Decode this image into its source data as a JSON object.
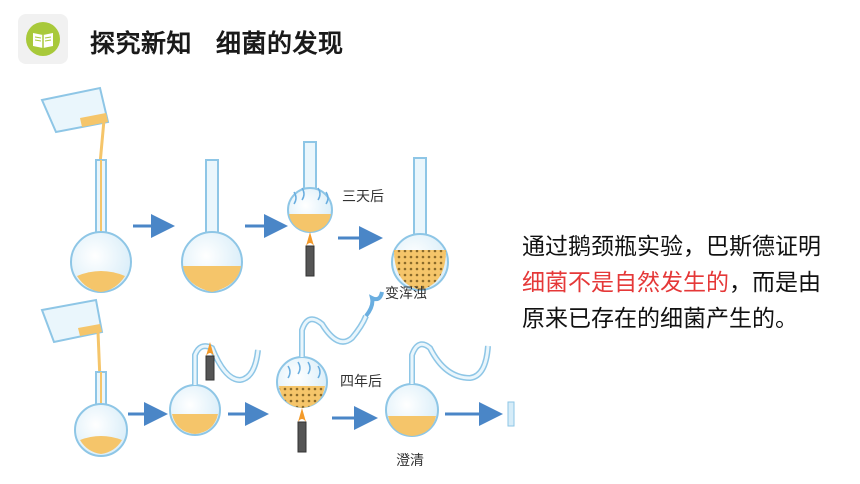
{
  "header": {
    "title": "探究新知",
    "subtitle": "细菌的发现",
    "logo_icon": "book-icon"
  },
  "diagram": {
    "labels": {
      "three_days": "三天后",
      "turbid": "变浑浊",
      "four_years": "四年后",
      "clear": "澄清"
    },
    "colors": {
      "glass": "#8ec6e6",
      "broth": "#f5c56a",
      "arrow": "#4a86c7"
    }
  },
  "text": {
    "part1": "通过鹅颈瓶实验，巴斯德证明",
    "highlight": "细菌不是自然发生的",
    "part2": "，而是由原来已存在的细菌产生的。"
  },
  "colors": {
    "highlight": "#e53838"
  }
}
